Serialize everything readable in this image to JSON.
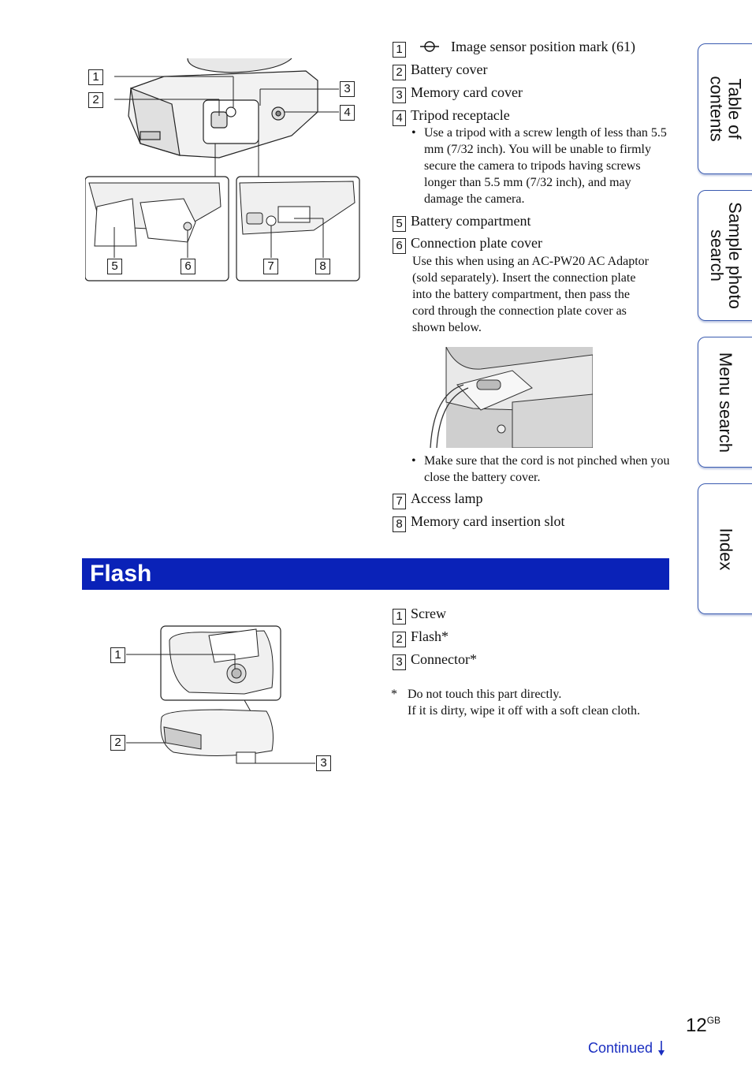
{
  "camera_parts": {
    "items": [
      {
        "n": "1",
        "label": "Image sensor position mark (61)",
        "icon": "image-sensor-mark-icon"
      },
      {
        "n": "2",
        "label": "Battery cover"
      },
      {
        "n": "3",
        "label": "Memory card cover"
      },
      {
        "n": "4",
        "label": "Tripod receptacle"
      },
      {
        "n": "5",
        "label": "Battery compartment"
      },
      {
        "n": "6",
        "label": "Connection plate cover"
      },
      {
        "n": "7",
        "label": "Access lamp"
      },
      {
        "n": "8",
        "label": "Memory card insertion slot"
      }
    ],
    "tripod_note": "Use a tripod with a screw length of less than 5.5 mm (7/32 inch). You will be unable to firmly secure the camera to tripods having screws longer than 5.5 mm (7/32 inch), and may damage the camera.",
    "connection_plate_text": "Use this when using an AC-PW20 AC Adaptor (sold separately). Insert the connection plate into the battery compartment, then pass the cord through the connection plate cover as shown below.",
    "cord_note": "Make sure that the cord is not pinched when you close the battery cover.",
    "bullet": "•"
  },
  "callouts_camera": [
    "1",
    "2",
    "3",
    "4",
    "5",
    "6",
    "7",
    "8"
  ],
  "flash_section": {
    "title": "Flash",
    "items": [
      {
        "n": "1",
        "label": "Screw"
      },
      {
        "n": "2",
        "label": "Flash*"
      },
      {
        "n": "3",
        "label": "Connector*"
      }
    ],
    "footnote_mark": "*",
    "footnote_line1": "Do not touch this part directly.",
    "footnote_line2": "If it is dirty, wipe it off with a soft clean cloth."
  },
  "callouts_flash": [
    "1",
    "2",
    "3"
  ],
  "side_tabs": [
    {
      "label": "Table of contents",
      "line1": "Table of",
      "line2": "contents"
    },
    {
      "label": "Sample photo search",
      "line1": "Sample photo",
      "line2": "search"
    },
    {
      "label": "Menu search",
      "line1": "Menu search",
      "line2": ""
    },
    {
      "label": "Index",
      "line1": "Index",
      "line2": ""
    }
  ],
  "footer": {
    "page_number": "12",
    "page_suffix": "GB",
    "continued": "Continued",
    "continued_icon": "down-arrow-icon"
  },
  "colors": {
    "section_bar": "#0a22b8",
    "tab_border": "#3a5bb0",
    "continued_text": "#1a2ec0"
  }
}
